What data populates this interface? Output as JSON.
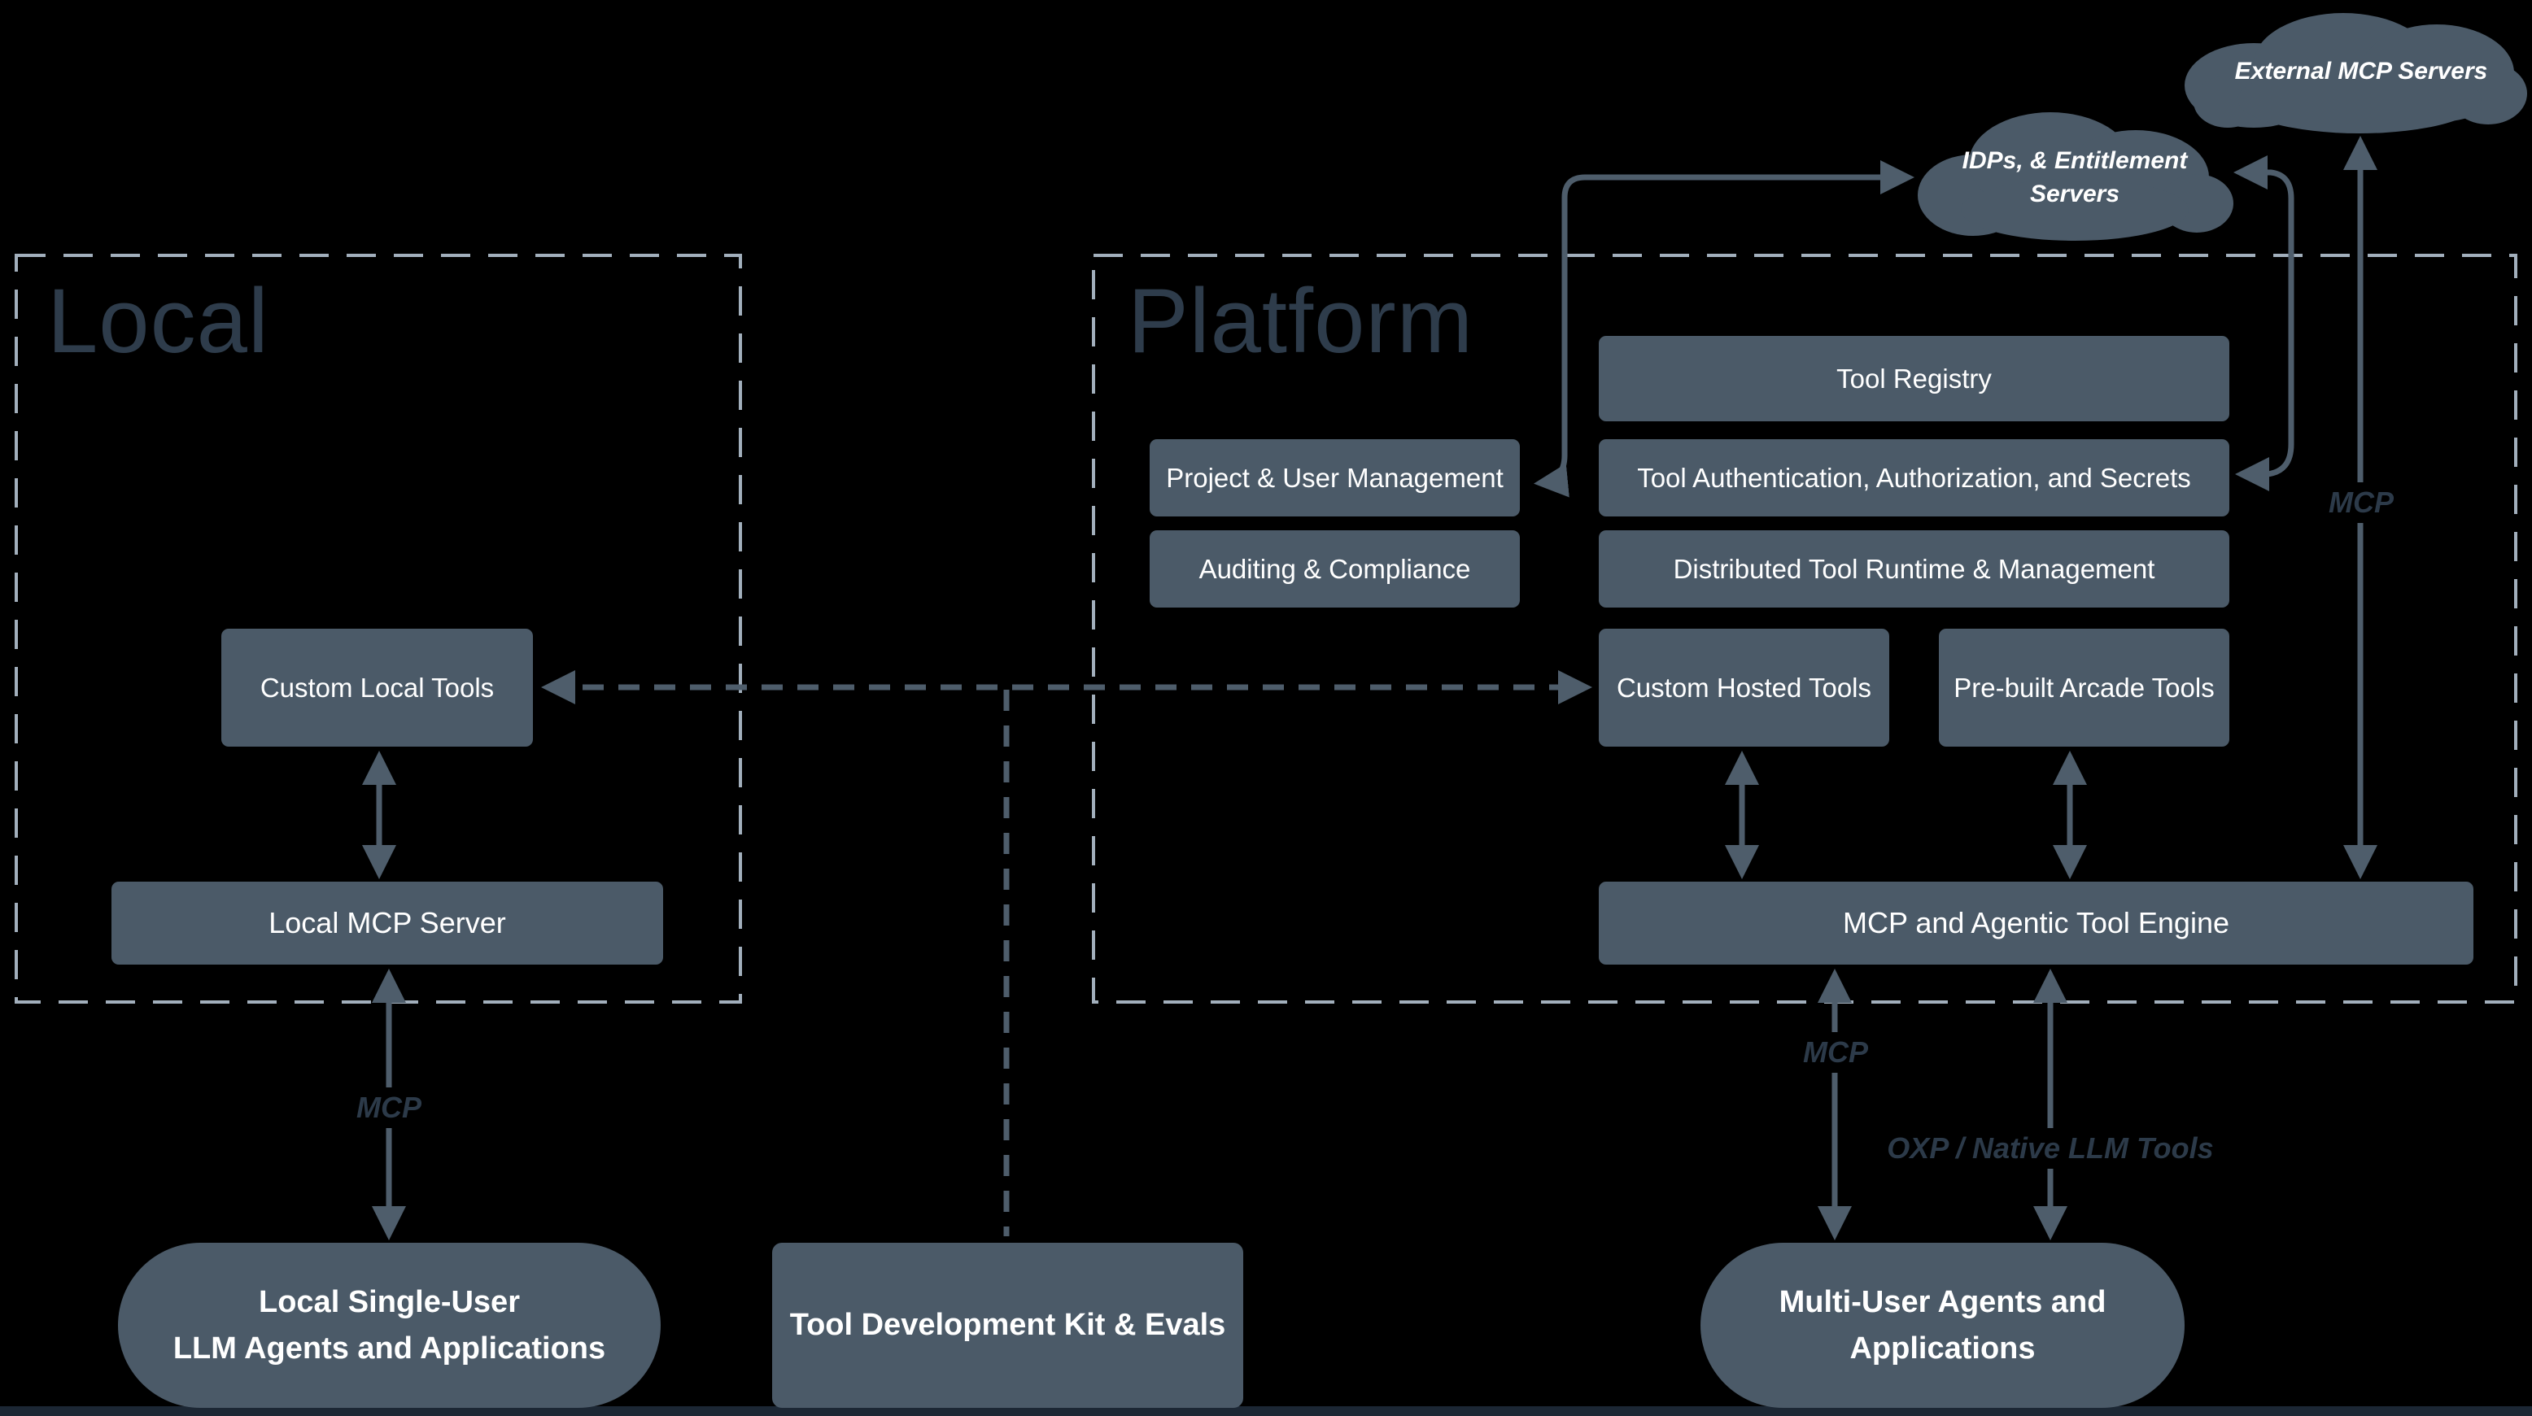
{
  "diagram": {
    "regions": {
      "local": {
        "title": "Local"
      },
      "platform": {
        "title": "Platform"
      }
    },
    "clouds": {
      "external_mcp": {
        "label": "External MCP Servers"
      },
      "idps": {
        "line1": "IDPs, & Entitlement",
        "line2": "Servers"
      }
    },
    "boxes": {
      "tool_registry": {
        "label": "Tool Registry"
      },
      "project_user_mgmt": {
        "label": "Project & User Management"
      },
      "tool_auth": {
        "label": "Tool Authentication, Authorization, and Secrets"
      },
      "auditing": {
        "label": "Auditing & Compliance"
      },
      "distributed_runtime": {
        "label": "Distributed Tool Runtime & Management"
      },
      "custom_hosted": {
        "label": "Custom Hosted Tools"
      },
      "prebuilt_arcade": {
        "label": "Pre-built Arcade Tools"
      },
      "custom_local": {
        "label": "Custom Local Tools"
      },
      "local_mcp_server": {
        "label": "Local MCP Server"
      },
      "engine": {
        "label": "MCP and Agentic Tool Engine"
      },
      "local_agents": {
        "line1": "Local Single-User",
        "line2": "LLM Agents and Applications"
      },
      "tdk": {
        "label": "Tool Development Kit & Evals"
      },
      "multi_agents": {
        "line1": "Multi-User Agents and",
        "line2": "Applications"
      }
    },
    "edge_labels": {
      "mcp_local": "MCP",
      "mcp_platform": "MCP",
      "mcp_external": "MCP",
      "oxp": "OXP / Native LLM Tools"
    },
    "colors": {
      "background": "#000000",
      "box_fill": "#4b5a68",
      "connector": "#4e5d6b",
      "region_border": "#a2afbc",
      "heading_text": "#2e3c4b",
      "edge_label_text": "#2c3a49",
      "box_text": "#ffffff",
      "bottom_strip": "#1c2734"
    }
  }
}
